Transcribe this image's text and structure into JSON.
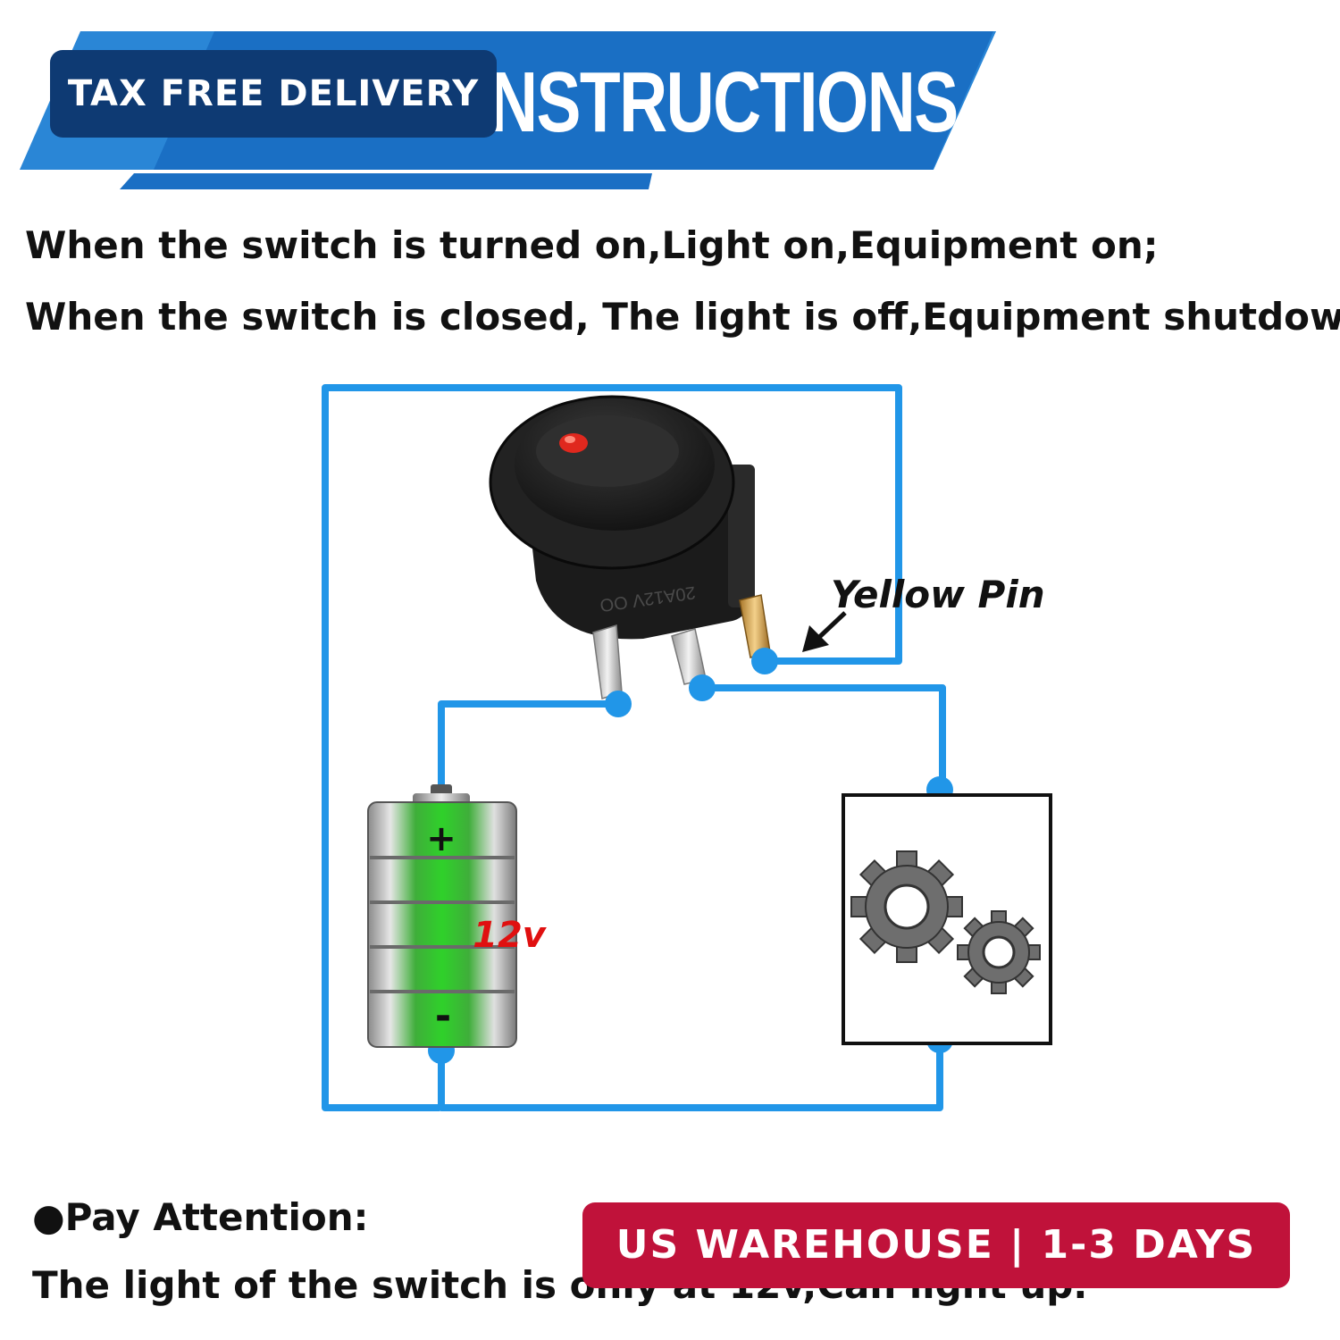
{
  "header": {
    "title": "NSTRUCTIONS",
    "badge": "TAX FREE DELIVERY",
    "colors": {
      "banner": "#1a6fc4",
      "badge": "#0e3a73"
    }
  },
  "description": {
    "line1": "When the switch is turned on,Light on,Equipment on;",
    "line2": "When the switch is closed, The light is off,Equipment shutdown."
  },
  "diagram": {
    "switch": {
      "printed_mark": "20A12V OO"
    },
    "pin_label": "Yellow Pin",
    "battery": {
      "plus": "+",
      "minus": "-",
      "voltage": "12v"
    },
    "wire_color": "#2196e8"
  },
  "note": {
    "heading": "●Pay Attention:",
    "body": "The light of the switch is only at 12v,Can light up."
  },
  "warehouse_badge": {
    "text": "US WAREHOUSE | 1-3 DAYS",
    "color": "#c0123a"
  }
}
